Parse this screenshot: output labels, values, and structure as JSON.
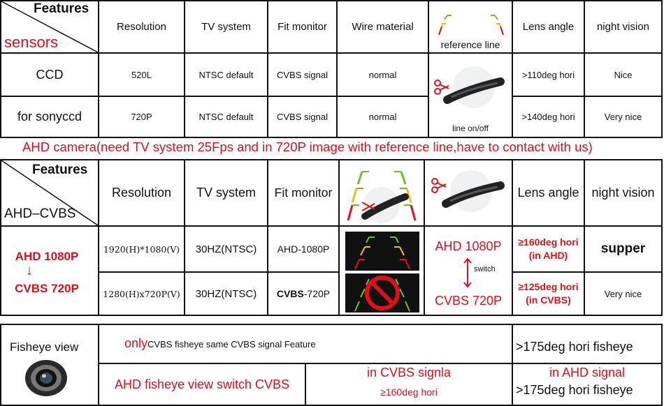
{
  "table1": {
    "corner_title": "Features",
    "corner_sub": "sensors",
    "headers": [
      "Resolution",
      "TV system",
      "Fit monitor",
      "Wire material",
      "reference line",
      "Lens angle",
      "night vision"
    ],
    "rows": [
      {
        "sensor": "CCD",
        "resolution": "520L",
        "tv": "NTSC default",
        "monitor": "CVBS signal",
        "wire": "normal",
        "lens": ">110deg hori",
        "night": "Nice"
      },
      {
        "sensor": "for sonyccd",
        "resolution": "720P",
        "tv": "NTSC default",
        "monitor": "CVBS signal",
        "wire": "normal",
        "lens": ">140deg hori",
        "night": "Very nice"
      }
    ],
    "line_caption": "line on/off"
  },
  "banner": "AHD camera(need TV system 25Fps  and in 720P image with reference line,have to contact with us)",
  "table2": {
    "corner_title": "Features",
    "corner_sub": "AHD–CVBS",
    "headers": [
      "Resolution",
      "TV system",
      "Fit monitor",
      "Lens angle",
      "night vision"
    ],
    "model_top": "AHD 1080P",
    "model_arrow": "↓",
    "model_bottom": "CVBS 720P",
    "rows": [
      {
        "resolution": "1920(H)*1080(V)",
        "tv": "30HZ(NTSC)",
        "monitor": "AHD-1080P",
        "lens": "≥160deg hori\n(in AHD)",
        "night": "supper"
      },
      {
        "resolution": "1280(H)x720P(V)",
        "tv": "30HZ(NTSC)",
        "monitor_bold": "CVBS",
        "monitor_rest": "-720P",
        "lens": "≥125deg hori\n(in CVBS)",
        "night": "Very nice"
      }
    ],
    "switch_top": "AHD 1080P",
    "switch_label": "switch",
    "switch_bottom": "CVBS 720P"
  },
  "table3": {
    "label": "Fisheye view",
    "row1_only": "only",
    "row1_rest": "CVBS fisheye same CVBS signal Feature",
    "row1_lens": ">175deg  hori  fisheye",
    "row2_left": "AHD fisheye view switch CVBS",
    "row2_mid_top": "in CVBS signla",
    "row2_mid_bottom": "≥160deg hori",
    "row2_right_top": "in AHD signal",
    "row2_right_bottom": ">175deg  hori  fisheye"
  },
  "colors": {
    "accent_red": "#e0101a",
    "line_green": "#6fbf2a",
    "line_yellow": "#e8c020",
    "line_red": "#e0101a"
  }
}
